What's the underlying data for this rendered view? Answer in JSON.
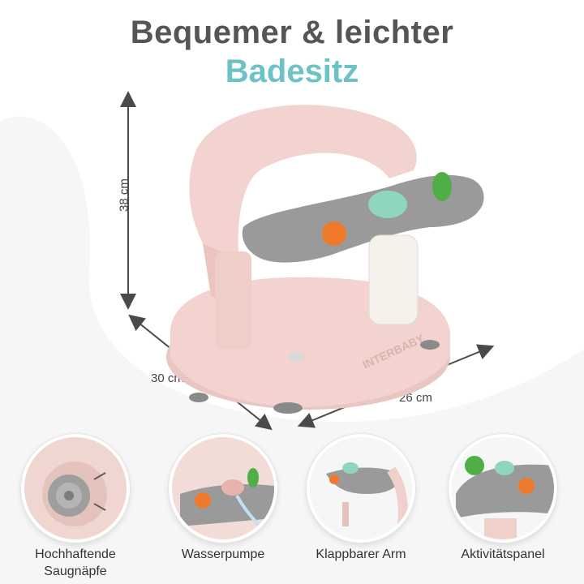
{
  "header": {
    "title_line1": "Bequemer & leichter",
    "title_line2": "Badesitz"
  },
  "dimensions": {
    "height": "38 cm",
    "depth": "30 cm",
    "width": "26 cm"
  },
  "product": {
    "brand": "INTERBABY"
  },
  "features": [
    {
      "label_line1": "Hochhaftende",
      "label_line2": "Saugnäpfe"
    },
    {
      "label_line1": "Wasserpumpe",
      "label_line2": ""
    },
    {
      "label_line1": "Klappbarer Arm",
      "label_line2": ""
    },
    {
      "label_line1": "Aktivitätspanel",
      "label_line2": ""
    }
  ],
  "colors": {
    "title_gray": "#555555",
    "title_teal": "#6cc2c4",
    "seat_pink": "#f2d3cf",
    "panel_gray": "#9a9a9a",
    "arrow_gray": "#4a4a4a"
  }
}
